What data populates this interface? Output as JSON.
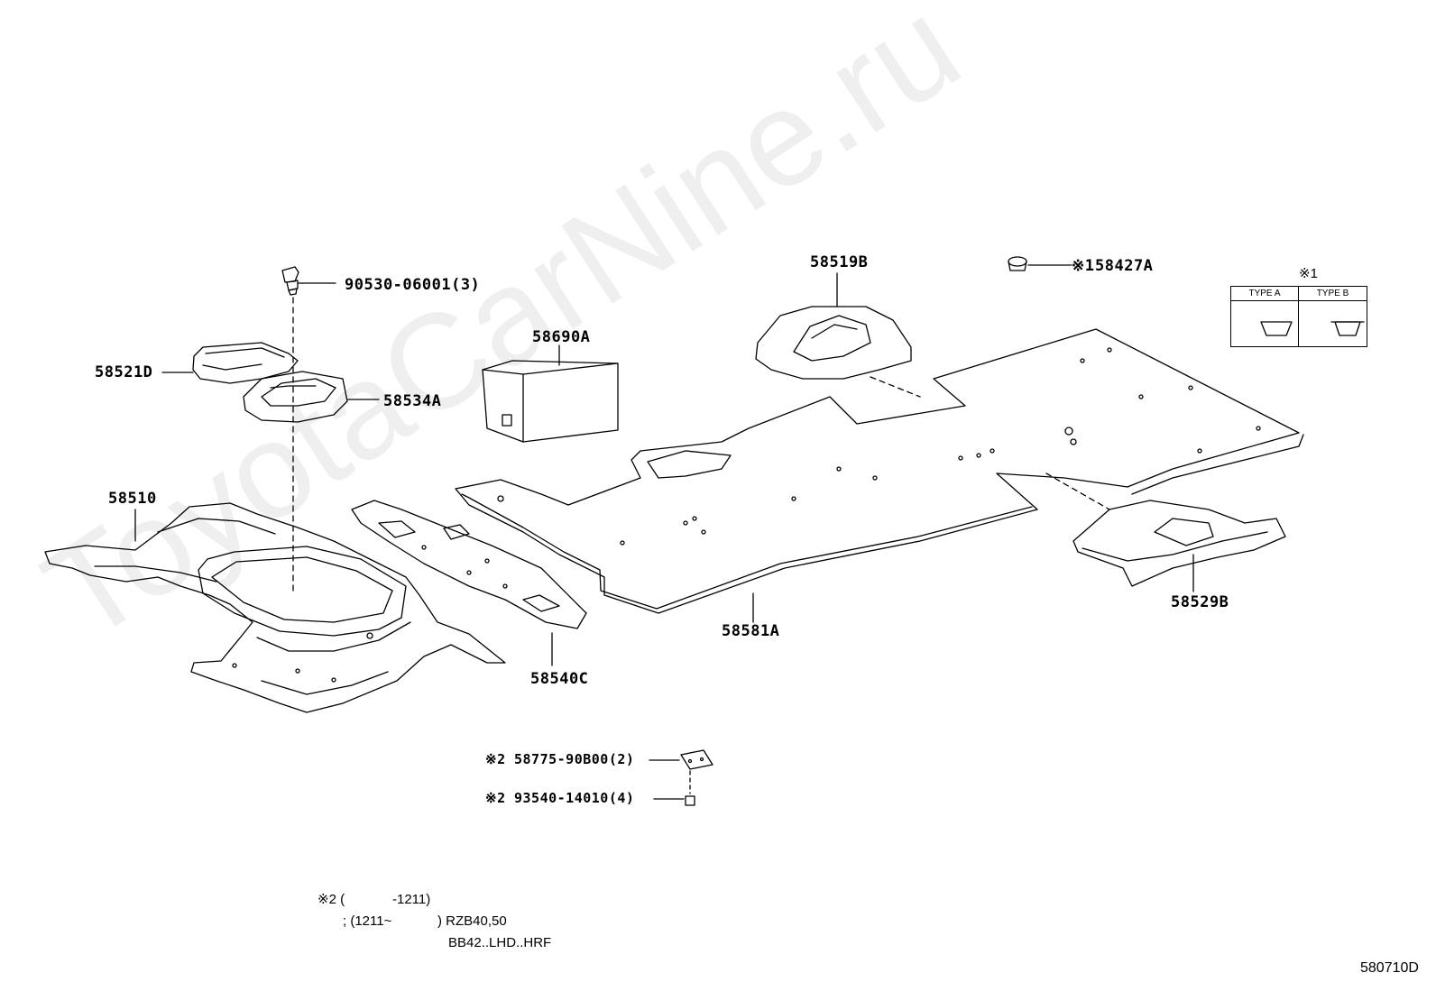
{
  "watermark": "ToyotaCarNine.ru",
  "parts": {
    "p90530": "90530-06001(3)",
    "p58521D": "58521D",
    "p58534A": "58534A",
    "p58510": "58510",
    "p58540C": "58540C",
    "p58690A": "58690A",
    "p58519B": "58519B",
    "p58427A": "58427A",
    "p58427A_prefix": "※1",
    "p58581A": "58581A",
    "p58529B": "58529B",
    "p58775": "58775-90B00(2)",
    "p93540": "93540-14010(4)",
    "note_mark": "※2"
  },
  "type_table": {
    "mark": "※1",
    "col_a": "TYPE A",
    "col_b": "TYPE B"
  },
  "footnote": {
    "line1_mark": "※2 (",
    "line1_val": "-1211)",
    "line2_start": "; (1211~",
    "line2_end": ") RZB40,50",
    "line3": "BB42..LHD..HRF"
  },
  "diagram_code": "580710D"
}
